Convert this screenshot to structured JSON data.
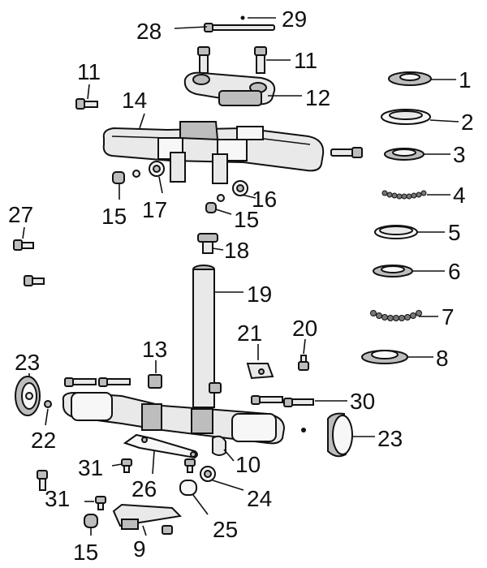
{
  "diagram": {
    "labels": {
      "l1": "1",
      "l2": "2",
      "l3": "3",
      "l4": "4",
      "l5": "5",
      "l6": "6",
      "l7": "7",
      "l8": "8",
      "l9": "9",
      "l10": "10",
      "l11a": "11",
      "l11b": "11",
      "l12": "12",
      "l13": "13",
      "l14": "14",
      "l15a": "15",
      "l15b": "15",
      "l15c": "15",
      "l16": "16",
      "l17": "17",
      "l18": "18",
      "l19": "19",
      "l20": "20",
      "l21": "21",
      "l22": "22",
      "l23a": "23",
      "l23b": "23",
      "l24": "24",
      "l25": "25",
      "l26": "26",
      "l27": "27",
      "l28": "28",
      "l29": "29",
      "l30": "30",
      "l31a": "31",
      "l31b": "31"
    }
  }
}
